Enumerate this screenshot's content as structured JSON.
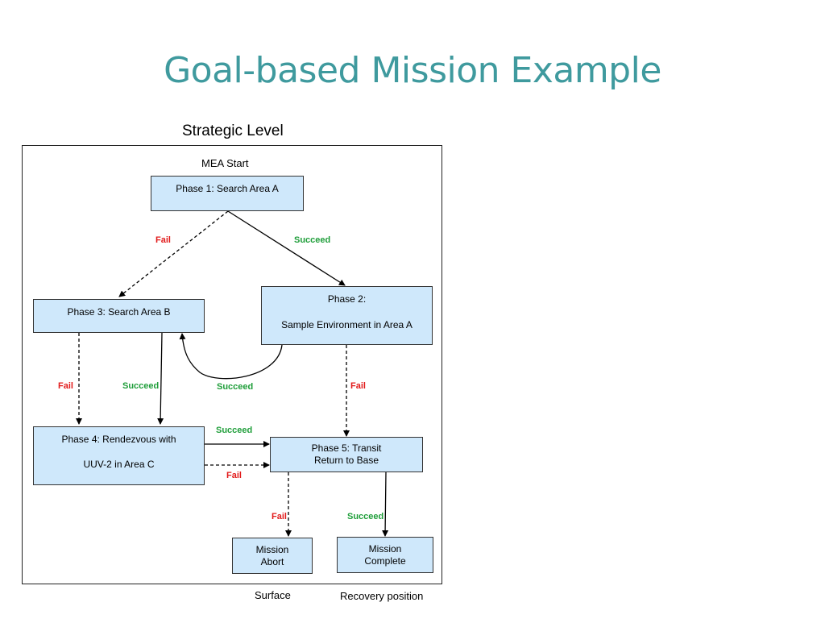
{
  "slide": {
    "title": "Goal-based Mission Example",
    "subtitle": "Strategic Level",
    "start_label": "MEA Start",
    "footer_left": "Surface",
    "footer_right": "Recovery position"
  },
  "nodes": {
    "phase1": {
      "text": "Phase 1:  Search Area A"
    },
    "phase2": {
      "line1": "Phase 2:",
      "line2": "Sample Environment in Area A"
    },
    "phase3": {
      "text": "Phase 3:  Search Area B"
    },
    "phase4": {
      "line1": "Phase 4:  Rendezvous with",
      "line2": "UUV-2 in Area C"
    },
    "phase5": {
      "line1": "Phase 5:  Transit",
      "line2": "Return to Base"
    },
    "abort": {
      "line1": "Mission",
      "line2": "Abort"
    },
    "complete": {
      "line1": "Mission",
      "line2": "Complete"
    }
  },
  "edges": {
    "p1_fail": "Fail",
    "p1_succeed": "Succeed",
    "p3_fail": "Fail",
    "p3_succeed": "Succeed",
    "p2_succeed": "Succeed",
    "p2_fail": "Fail",
    "p4_succeed": "Succeed",
    "p4_fail": "Fail",
    "p5_fail": "Fail",
    "p5_succeed": "Succeed"
  },
  "colors": {
    "title": "#3f9a9e",
    "box_fill": "#cfe8fb",
    "fail": "#e21b1b",
    "succeed": "#1f9e3a"
  }
}
